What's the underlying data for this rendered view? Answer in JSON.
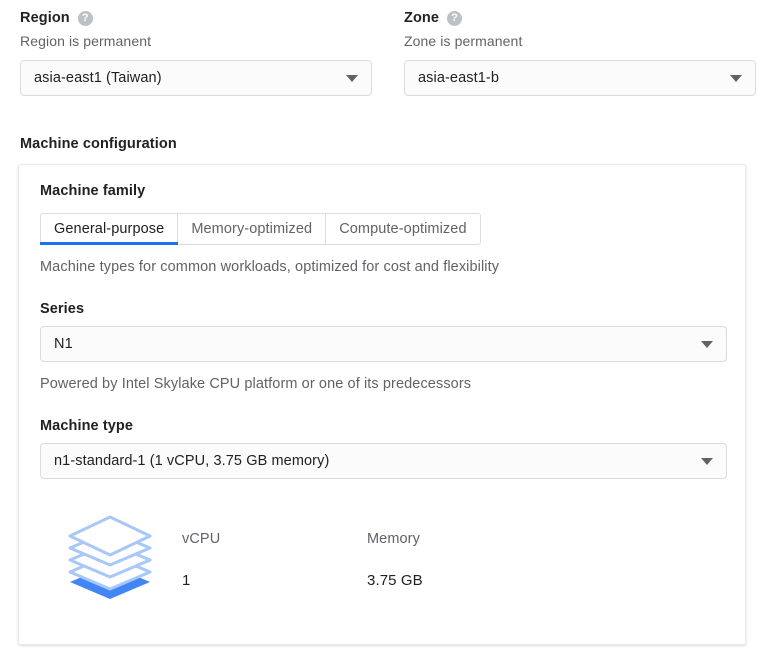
{
  "region": {
    "label": "Region",
    "help_icon": "help-circle-icon",
    "description": "Region is permanent",
    "selected": "asia-east1 (Taiwan)"
  },
  "zone": {
    "label": "Zone",
    "help_icon": "help-circle-icon",
    "description": "Zone is permanent",
    "selected": "asia-east1-b"
  },
  "machine_configuration": {
    "section_title": "Machine configuration",
    "machine_family": {
      "label": "Machine family",
      "tabs": [
        {
          "label": "General-purpose",
          "active": true
        },
        {
          "label": "Memory-optimized",
          "active": false
        },
        {
          "label": "Compute-optimized",
          "active": false
        }
      ],
      "description": "Machine types for common workloads, optimized for cost and flexibility"
    },
    "series": {
      "label": "Series",
      "selected": "N1",
      "description": "Powered by Intel Skylake CPU platform or one of its predecessors"
    },
    "machine_type": {
      "label": "Machine type",
      "selected": "n1-standard-1 (1 vCPU, 3.75 GB memory)"
    },
    "summary": {
      "icon": "stacked-layers-icon",
      "vcpu_label": "vCPU",
      "vcpu_value": "1",
      "memory_label": "Memory",
      "memory_value": "3.75 GB"
    }
  },
  "colors": {
    "accent_blue": "#1a73e8",
    "icon_blue": "#4285f4",
    "icon_outline_blue": "#8ab4f8",
    "text_primary": "#202124",
    "text_secondary": "#5f6368",
    "border": "#dadce0"
  }
}
